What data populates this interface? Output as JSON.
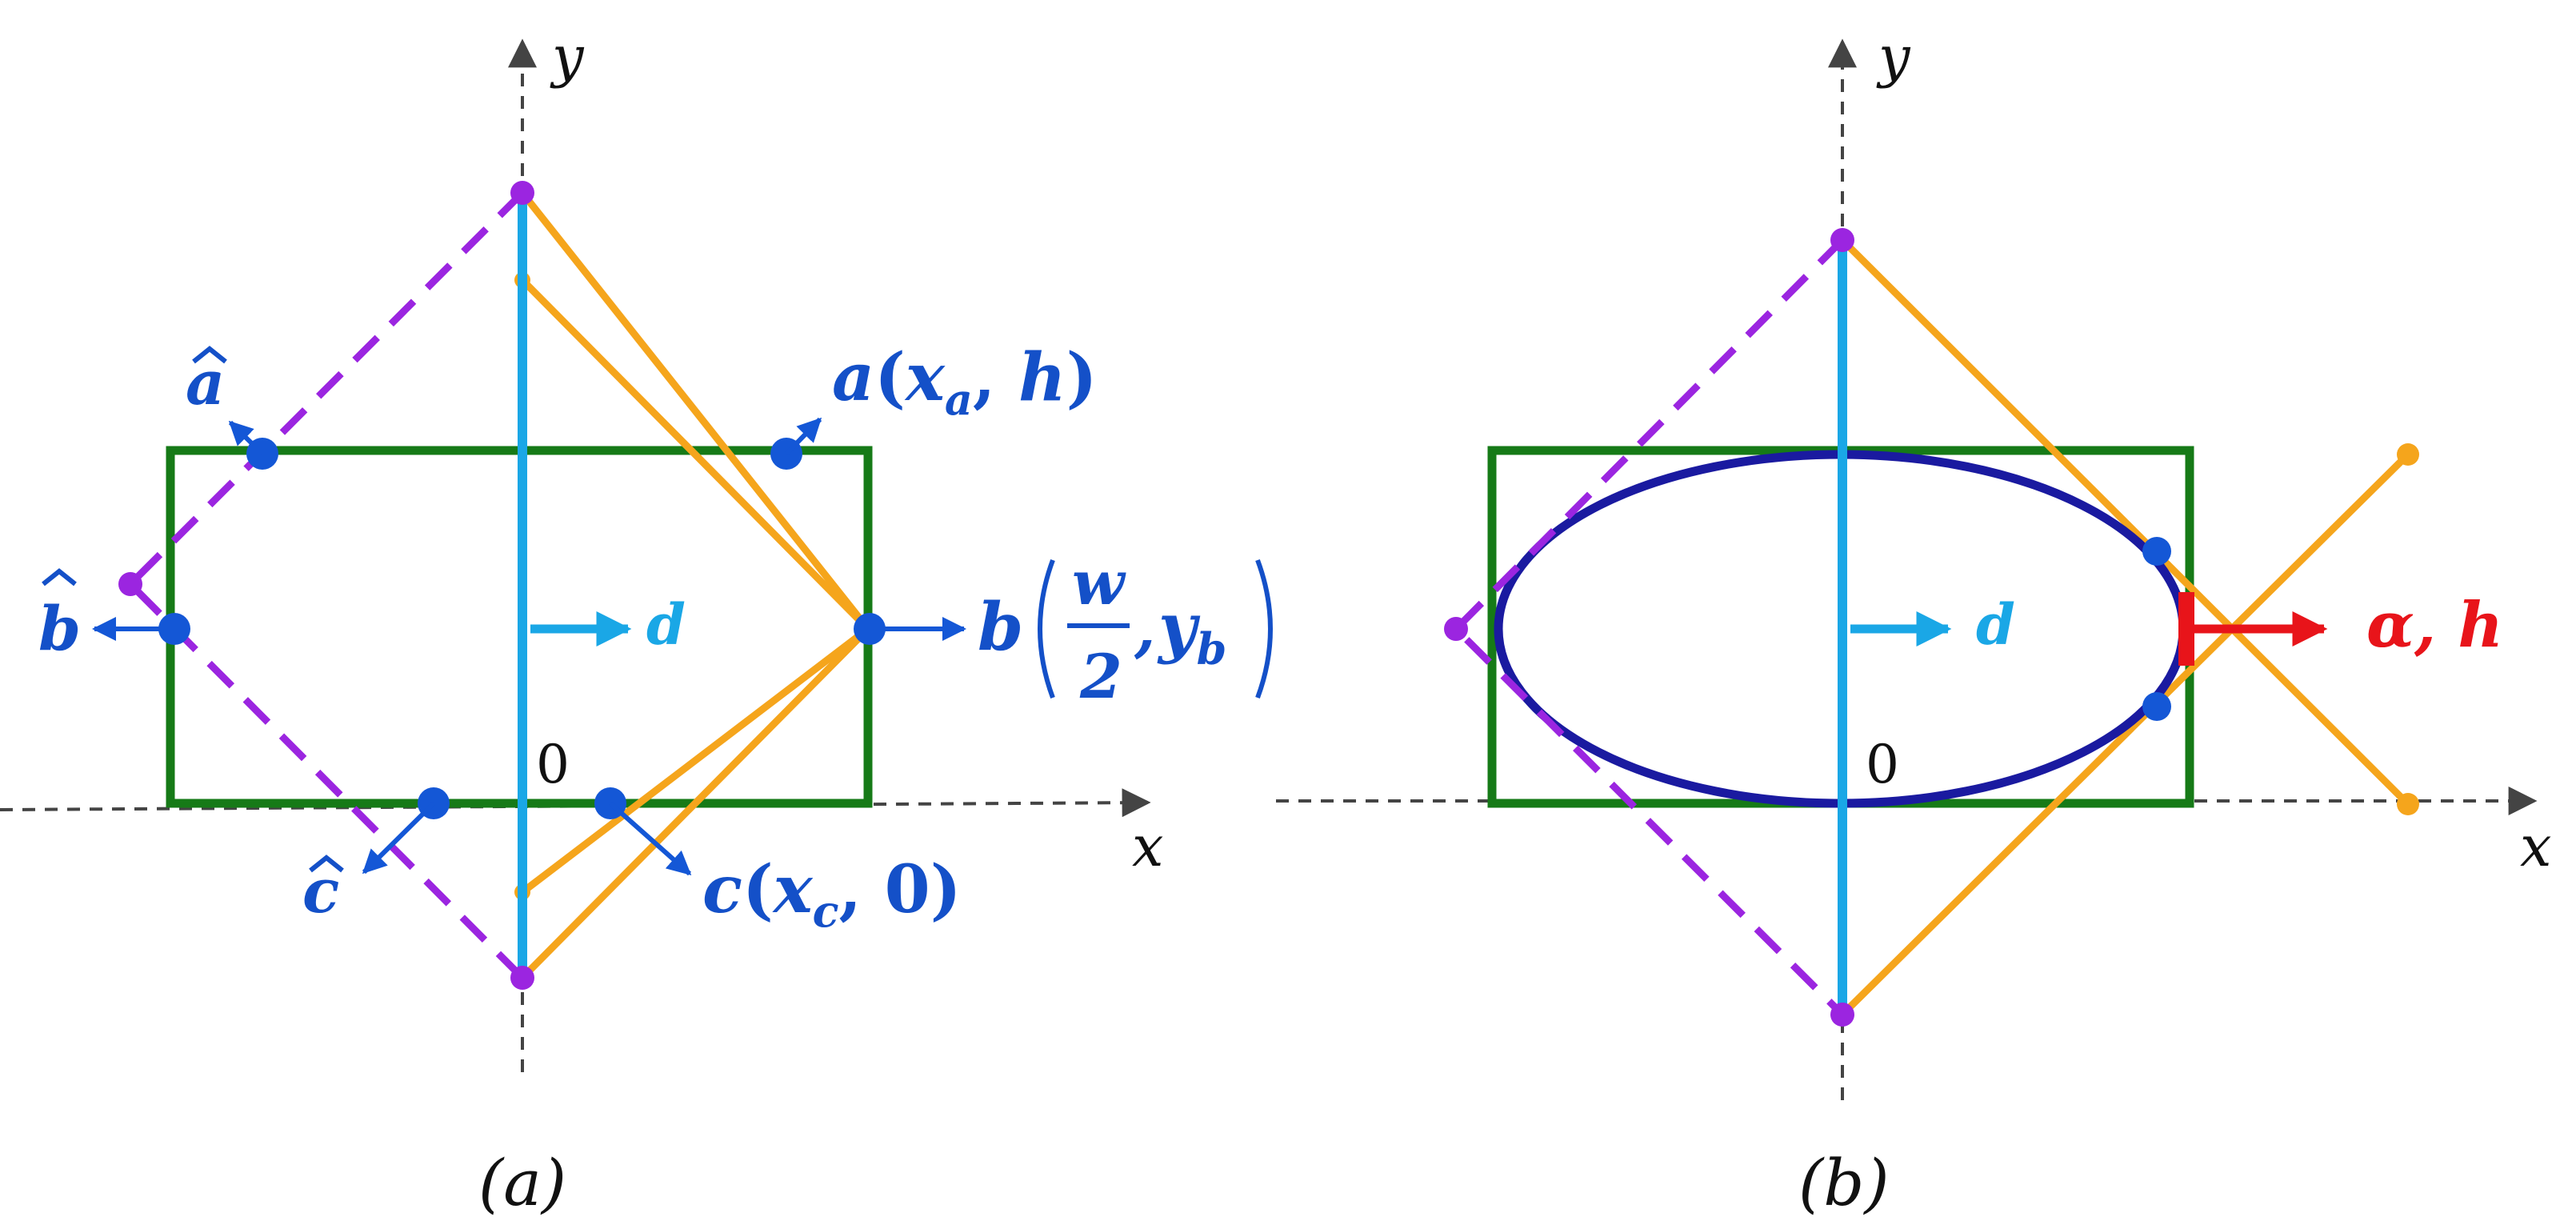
{
  "colors": {
    "point": "#1457d6",
    "label": "#1450c8",
    "rect": "#167a17",
    "orange": "#f5a51c",
    "purple": "#9b25e0",
    "cyan": "#1aa7e6",
    "ellipse": "#1a1aa0",
    "red": "#e8141a",
    "axis": "#444444"
  },
  "panel_a": {
    "caption": "(a)",
    "axis_x": "x",
    "axis_y": "y",
    "origin": "0",
    "d_label": "d",
    "labels": {
      "a_hat": "a",
      "b_hat": "b",
      "c_hat": "c",
      "a_point": {
        "name": "a",
        "x_sym": "x",
        "x_sub": "a",
        "second": "h"
      },
      "b_point": {
        "name": "b",
        "numerator": "w",
        "denominator": "2",
        "y_sym": "y",
        "y_sub": "b"
      },
      "c_point": {
        "name": "c",
        "x_sym": "x",
        "x_sub": "c",
        "second": "0"
      }
    }
  },
  "panel_b": {
    "caption": "(b)",
    "axis_x": "x",
    "axis_y": "y",
    "origin": "0",
    "d_label": "d",
    "alpha_label": "α, h"
  }
}
